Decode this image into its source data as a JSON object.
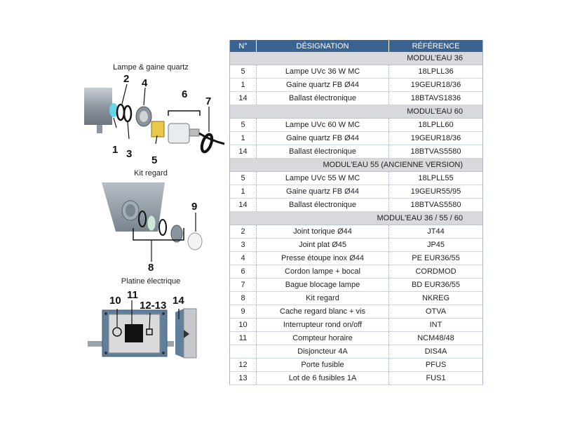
{
  "diagram": {
    "sections": {
      "lamp": "Lampe & gaine quartz",
      "kit": "Kit regard",
      "plate": "Platine électrique"
    },
    "callouts": {
      "c1": "1",
      "c2": "2",
      "c3": "3",
      "c4": "4",
      "c5": "5",
      "c6": "6",
      "c7": "7",
      "c8": "8",
      "c9": "9",
      "c10": "10",
      "c11": "11",
      "c12": "12-13",
      "c14": "14"
    }
  },
  "table": {
    "headers": [
      "N°",
      "DÉSIGNATION",
      "RÉFÉRENCE"
    ],
    "sections": [
      {
        "title": "MODUL'EAU 36",
        "rows": [
          [
            "5",
            "Lampe UVc 36 W MC",
            "18LPLL36"
          ],
          [
            "1",
            "Gaine quartz FB Ø44",
            "19GEUR18/36"
          ],
          [
            "14",
            "Ballast électronique",
            "18BTAVS1836"
          ]
        ]
      },
      {
        "title": "MODUL'EAU 60",
        "rows": [
          [
            "5",
            "Lampe UVc 60 W MC",
            "18LPLL60"
          ],
          [
            "1",
            "Gaine quartz FB Ø44",
            "19GEUR18/36"
          ],
          [
            "14",
            "Ballast électronique",
            "18BTVAS5580"
          ]
        ]
      },
      {
        "title": "MODUL'EAU 55 (ANCIENNE VERSION)",
        "rows": [
          [
            "5",
            "Lampe UVc 55 W MC",
            "18LPLL55"
          ],
          [
            "1",
            "Gaine quartz FB Ø44",
            "19GEUR55/95"
          ],
          [
            "14",
            "Ballast électronique",
            "18BTVAS5580"
          ]
        ]
      },
      {
        "title": "MODUL'EAU 36 / 55 / 60",
        "rows": [
          [
            "2",
            "Joint torique Ø44",
            "JT44"
          ],
          [
            "3",
            "Joint plat Ø45",
            "JP45"
          ],
          [
            "4",
            "Presse étoupe inox Ø44",
            "PE EUR36/55"
          ],
          [
            "6",
            "Cordon lampe + bocal",
            "CORDMOD"
          ],
          [
            "7",
            "Bague blocage lampe",
            "BD EUR36/55"
          ],
          [
            "8",
            "Kit regard",
            "NKREG"
          ],
          [
            "9",
            "Cache regard blanc + vis",
            "OTVA"
          ],
          [
            "10",
            "Interrupteur rond on/off",
            "INT"
          ],
          [
            "11",
            "Compteur horaire",
            "NCM48/48"
          ],
          [
            "",
            "Disjoncteur 4A",
            "DIS4A"
          ],
          [
            "12",
            "Porte fusible",
            "PFUS"
          ],
          [
            "13",
            "Lot de 6 fusibles 1A",
            "FUS1"
          ]
        ]
      }
    ]
  }
}
